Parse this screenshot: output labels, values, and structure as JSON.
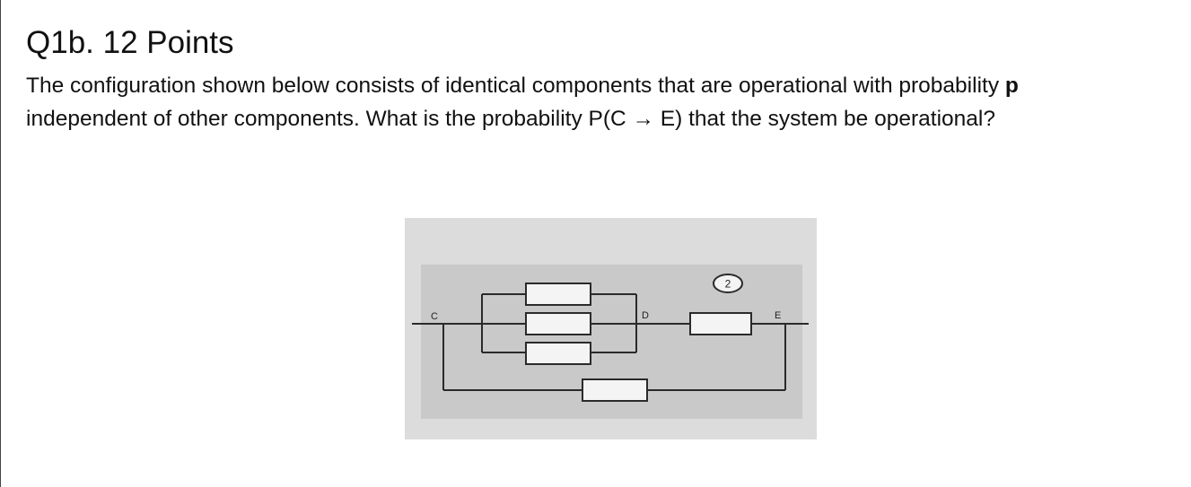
{
  "question": {
    "title": "Q1b. 12 Points",
    "text_part1": "The configuration shown below consists of identical components that are operational with probability ",
    "bold_var": "p",
    "text_part2": " independent of other components. What is the probability P(C → E) that the system be operational?"
  },
  "diagram": {
    "node_labels": {
      "start": "C",
      "middle": "D",
      "end": "E"
    },
    "component_badge": "2"
  }
}
